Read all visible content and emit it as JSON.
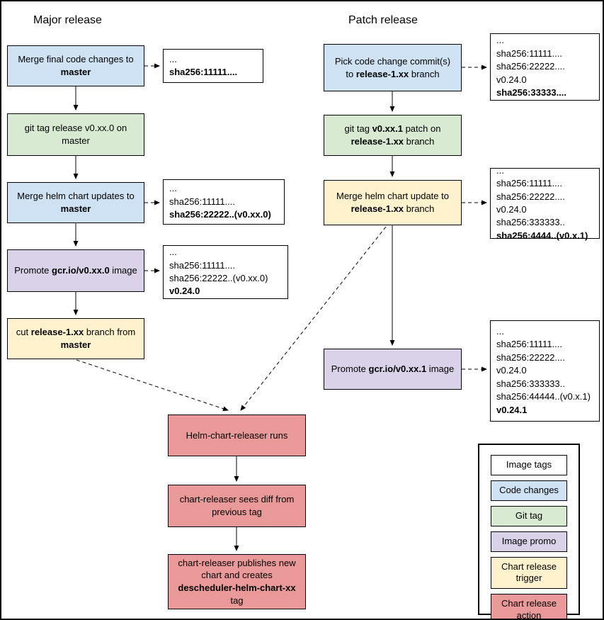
{
  "titles": {
    "major": "Major release",
    "patch": "Patch release"
  },
  "colors": {
    "code": "#cfe2f3",
    "git_tag": "#d9ead3",
    "image_promo": "#d9d2e9",
    "trigger": "#fff2cc",
    "action": "#ea9999",
    "image_tags": "#ffffff"
  },
  "major": {
    "step1": [
      {
        "t": "Merge final code changes to "
      },
      {
        "t": "master",
        "b": true
      }
    ],
    "step2": [
      {
        "t": "git tag release v0.xx.0 on master"
      }
    ],
    "step3": [
      {
        "t": "Merge helm chart updates to "
      },
      {
        "t": "master",
        "b": true
      }
    ],
    "step4": [
      {
        "t": "Promote "
      },
      {
        "t": "gcr.io/v0.xx.0",
        "b": true
      },
      {
        "t": " image"
      }
    ],
    "step5": [
      {
        "t": "cut "
      },
      {
        "t": "release-1.xx",
        "b": true
      },
      {
        "t": " branch from "
      },
      {
        "t": "master",
        "b": true
      }
    ],
    "tags1": [
      {
        "t": "..."
      },
      {
        "t": "sha256:11111....",
        "b": true
      }
    ],
    "tags3": [
      {
        "t": "..."
      },
      {
        "t": "sha256:11111...."
      },
      {
        "t": "sha256:22222..(v0.xx.0)",
        "b": true
      }
    ],
    "tags4": [
      {
        "t": "..."
      },
      {
        "t": "sha256:11111...."
      },
      {
        "t": "sha256:22222..(v0.xx.0)"
      },
      {
        "t": "v0.24.0",
        "b": true
      }
    ]
  },
  "patch": {
    "step1": [
      {
        "t": "Pick code change commit(s) to "
      },
      {
        "t": "release-1.xx",
        "b": true
      },
      {
        "t": " branch"
      }
    ],
    "step2": [
      {
        "t": "git tag "
      },
      {
        "t": "v0.xx.1",
        "b": true
      },
      {
        "t": " patch on "
      },
      {
        "t": "release-1.xx",
        "b": true
      },
      {
        "t": " branch"
      }
    ],
    "step3": [
      {
        "t": "Merge helm chart update to "
      },
      {
        "t": "release-1.xx",
        "b": true
      },
      {
        "t": " branch"
      }
    ],
    "step4": [
      {
        "t": "Promote "
      },
      {
        "t": "gcr.io/v0.xx.1",
        "b": true
      },
      {
        "t": " image"
      }
    ],
    "tags1": [
      {
        "t": "..."
      },
      {
        "t": "sha256:11111...."
      },
      {
        "t": "sha256:22222...."
      },
      {
        "t": "v0.24.0"
      },
      {
        "t": "sha256:33333....",
        "b": true
      }
    ],
    "tags3": [
      {
        "t": "..."
      },
      {
        "t": "sha256:11111...."
      },
      {
        "t": "sha256:22222...."
      },
      {
        "t": "v0.24.0"
      },
      {
        "t": "sha256:333333.."
      },
      {
        "t": "sha256:4444..(v0.x.1)",
        "b": true
      }
    ],
    "tags4": [
      {
        "t": "..."
      },
      {
        "t": "sha256:11111...."
      },
      {
        "t": "sha256:22222...."
      },
      {
        "t": "v0.24.0"
      },
      {
        "t": "sha256:333333.."
      },
      {
        "t": "sha256:44444..(v0.x.1)"
      },
      {
        "t": "v0.24.1",
        "b": true
      }
    ]
  },
  "release": {
    "step1": [
      {
        "t": "Helm-chart-releaser runs"
      }
    ],
    "step2": [
      {
        "t": "chart-releaser sees diff from previous tag"
      }
    ],
    "step3": [
      {
        "t": "chart-releaser publishes new chart and creates "
      },
      {
        "t": "descheduler-helm-chart-xx",
        "b": true
      },
      {
        "t": " tag"
      }
    ]
  },
  "legend": {
    "image_tags": "Image tags",
    "code_changes": "Code changes",
    "git_tag": "Git tag",
    "image_promo": "Image promo",
    "chart_release_trigger": "Chart release trigger",
    "chart_release_action": "Chart release action"
  }
}
